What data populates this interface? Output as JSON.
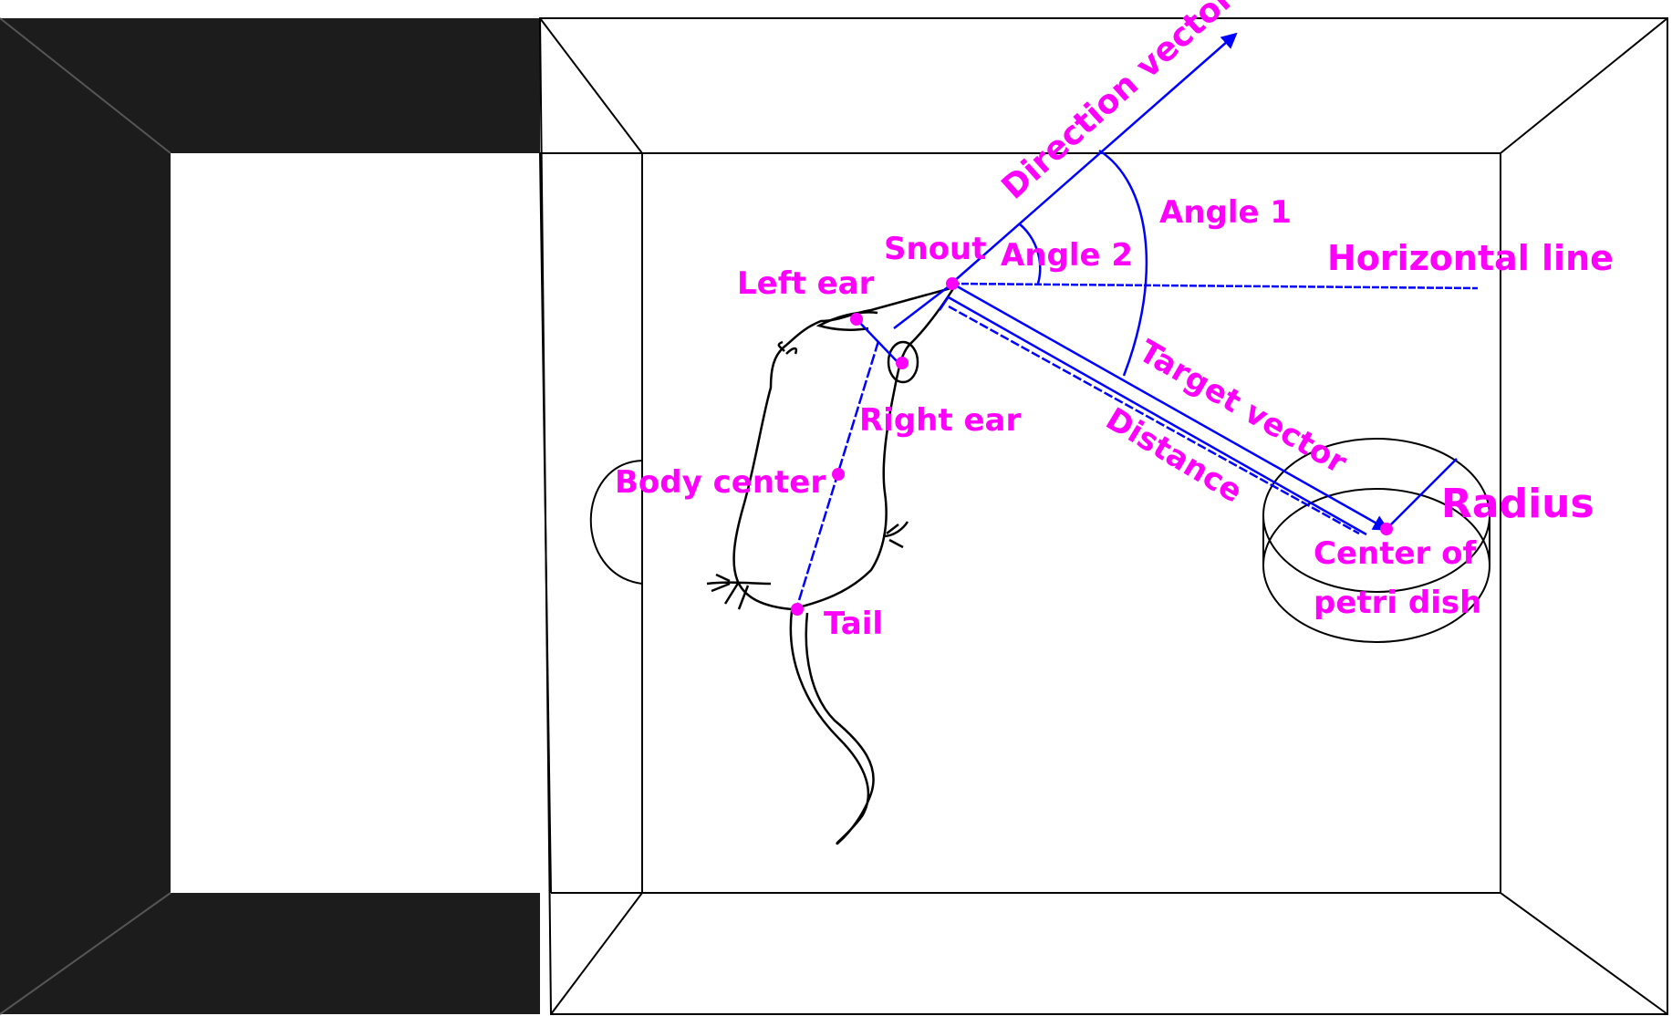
{
  "colors": {
    "label": "#ff00ff",
    "vector": "#0000ff",
    "outline": "#000000",
    "dark_chamber": "#1c1c1c",
    "background": "#ffffff"
  },
  "labels": {
    "direction_vector": "Direction vector",
    "angle1": "Angle 1",
    "angle2": "Angle 2",
    "snout": "Snout",
    "left_ear": "Left ear",
    "right_ear": "Right ear",
    "horizontal_line": "Horizontal line",
    "target_vector": "Target vector",
    "distance": "Distance",
    "body_center": "Body center",
    "tail": "Tail",
    "radius": "Radius",
    "center_line1": "Center of",
    "center_line2": "petri dish"
  }
}
